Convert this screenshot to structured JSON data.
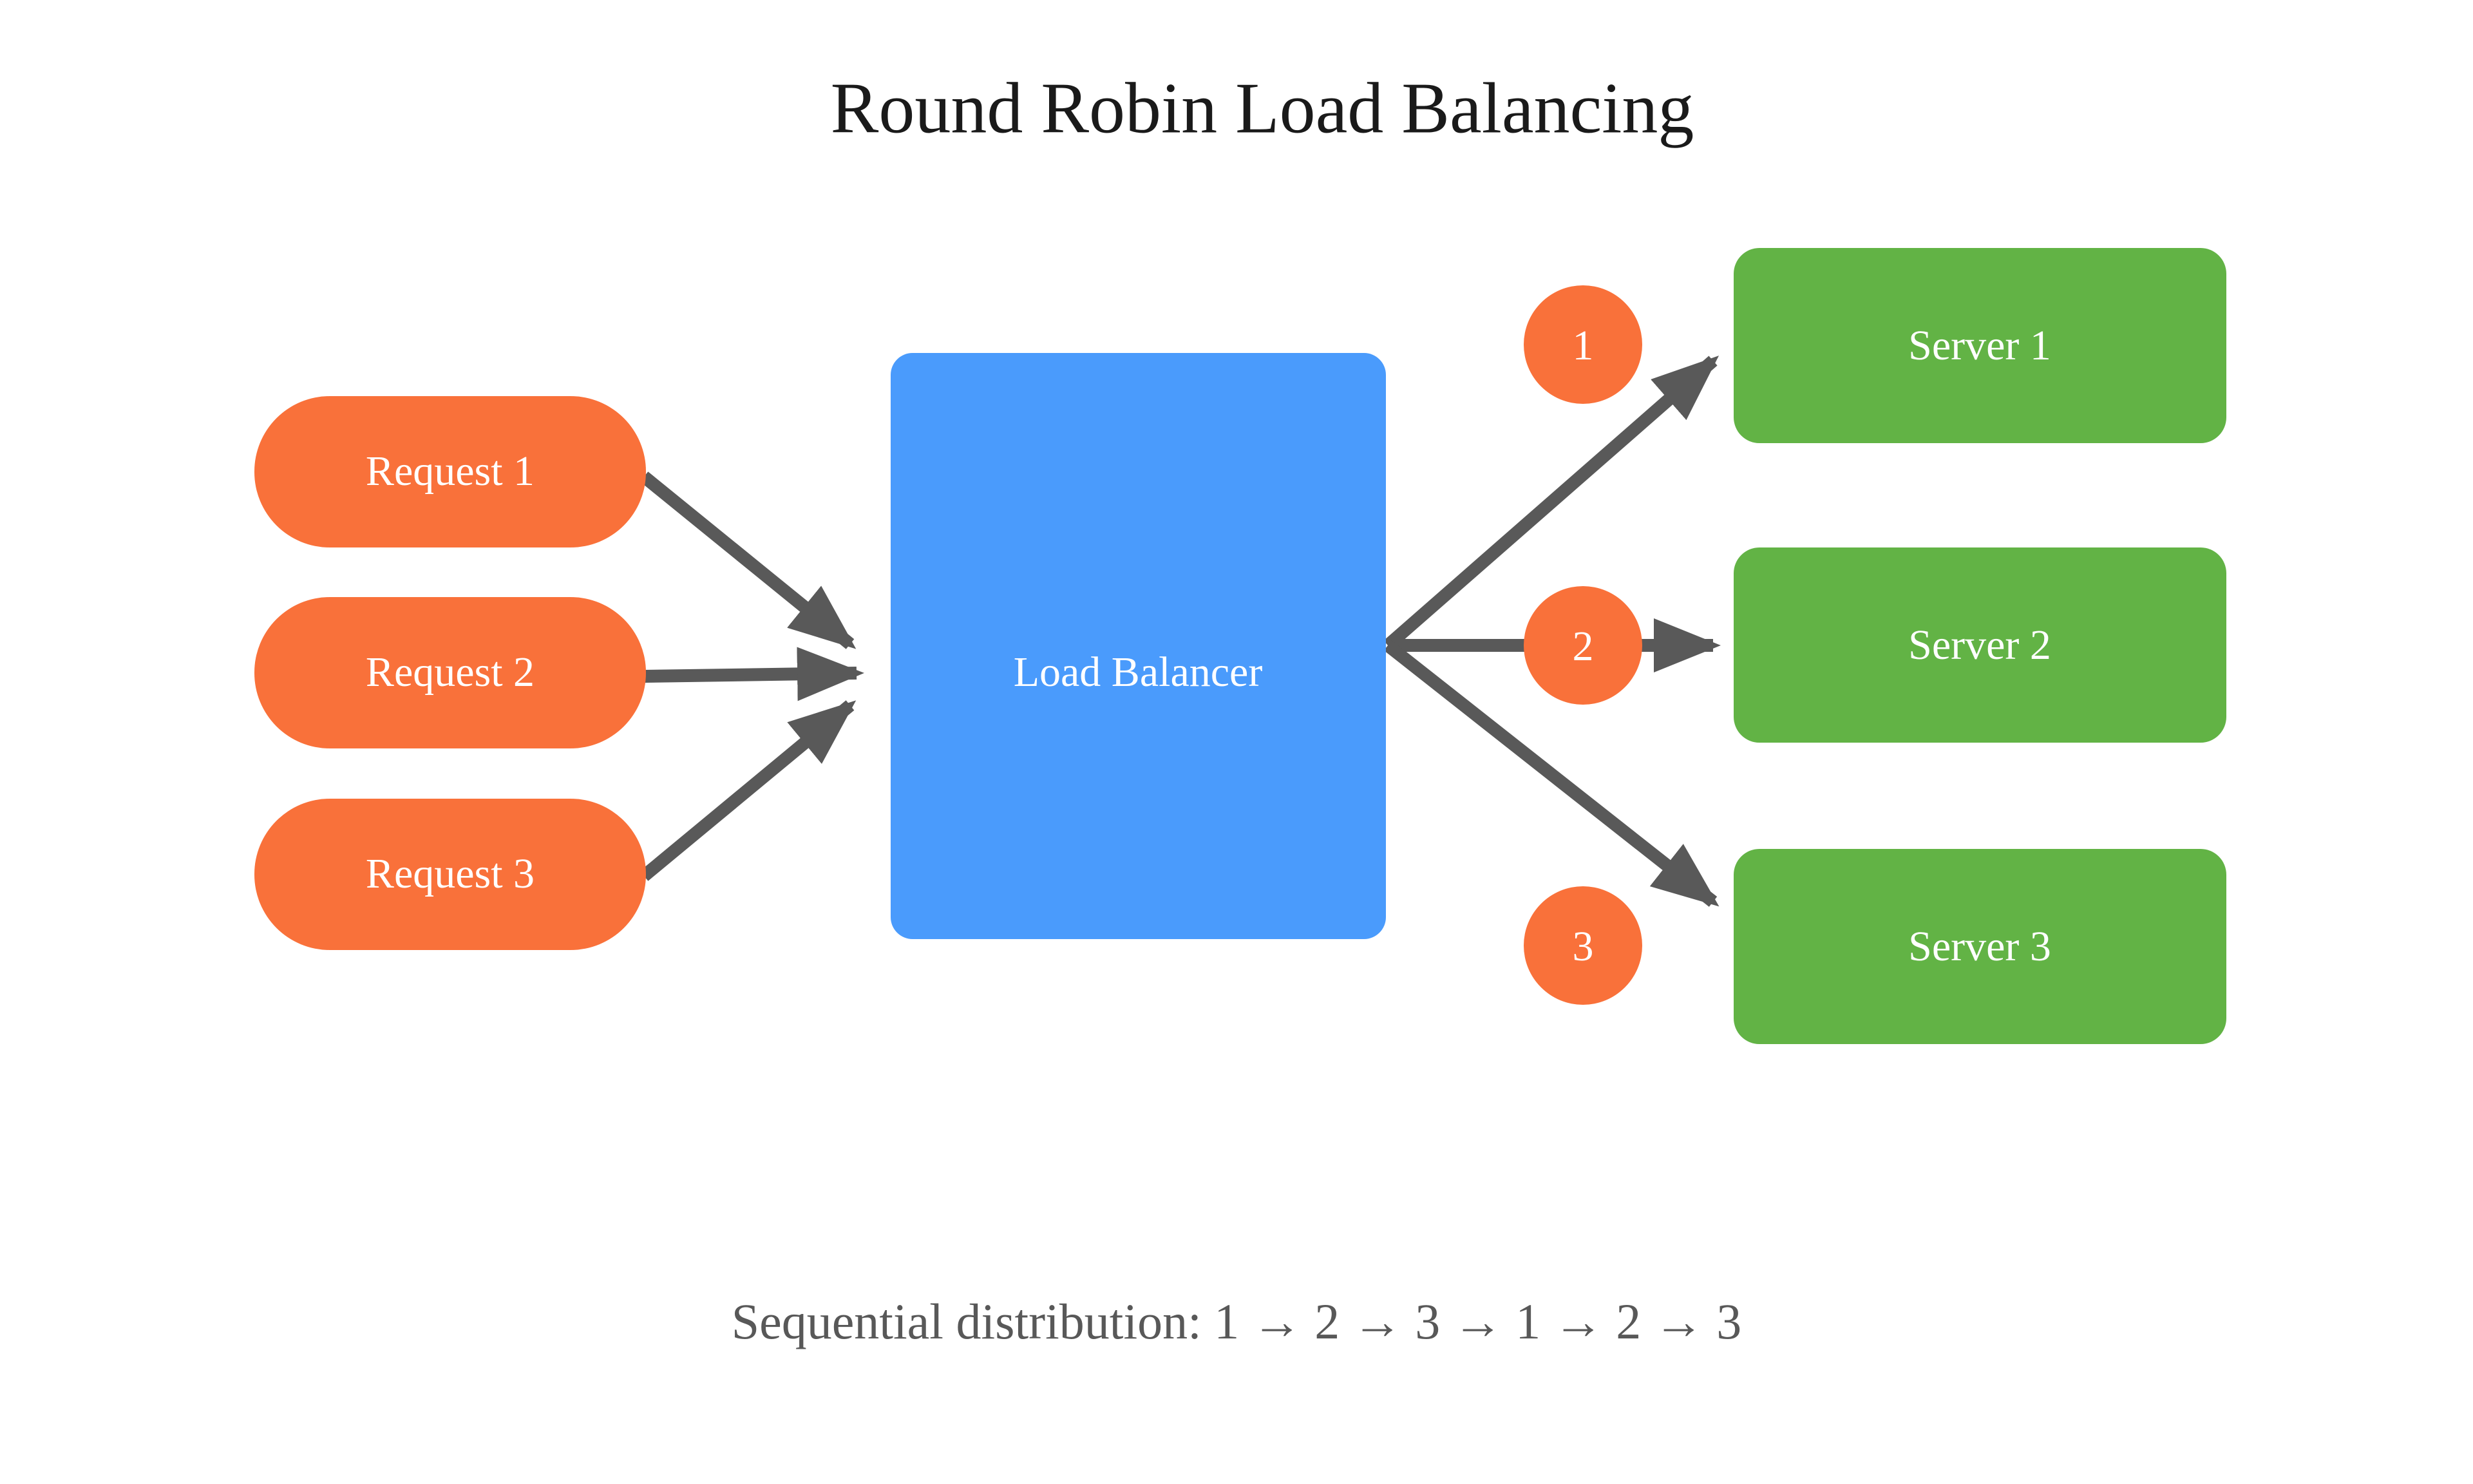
{
  "diagram": {
    "title": "Round Robin Load Balancing",
    "caption": "Sequential distribution: 1 → 2 → 3 → 1 → 2 → 3",
    "background": "#ffffff"
  },
  "colors": {
    "request_fill": "#f9713a",
    "balancer_fill": "#4a9bfc",
    "server_fill": "#62b345",
    "circle_fill": "#f9713a",
    "connector": "#595959",
    "node_text": "#ffffff",
    "title_text": "#1a1a1a",
    "caption_text": "#585858"
  },
  "requests": [
    {
      "id": "request-1",
      "label": "Request 1"
    },
    {
      "id": "request-2",
      "label": "Request 2"
    },
    {
      "id": "request-3",
      "label": "Request 3"
    }
  ],
  "balancer": {
    "id": "load-balancer",
    "label": "Load Balancer"
  },
  "servers": [
    {
      "id": "server-1",
      "label": "Server 1"
    },
    {
      "id": "server-2",
      "label": "Server 2"
    },
    {
      "id": "server-3",
      "label": "Server 3"
    }
  ],
  "sequence_circles": [
    {
      "id": "sequence-circle-1",
      "label": "1"
    },
    {
      "id": "sequence-circle-2",
      "label": "2"
    },
    {
      "id": "sequence-circle-3",
      "label": "3"
    }
  ],
  "connections": {
    "inbound_count": 3,
    "outbound_count": 3
  }
}
